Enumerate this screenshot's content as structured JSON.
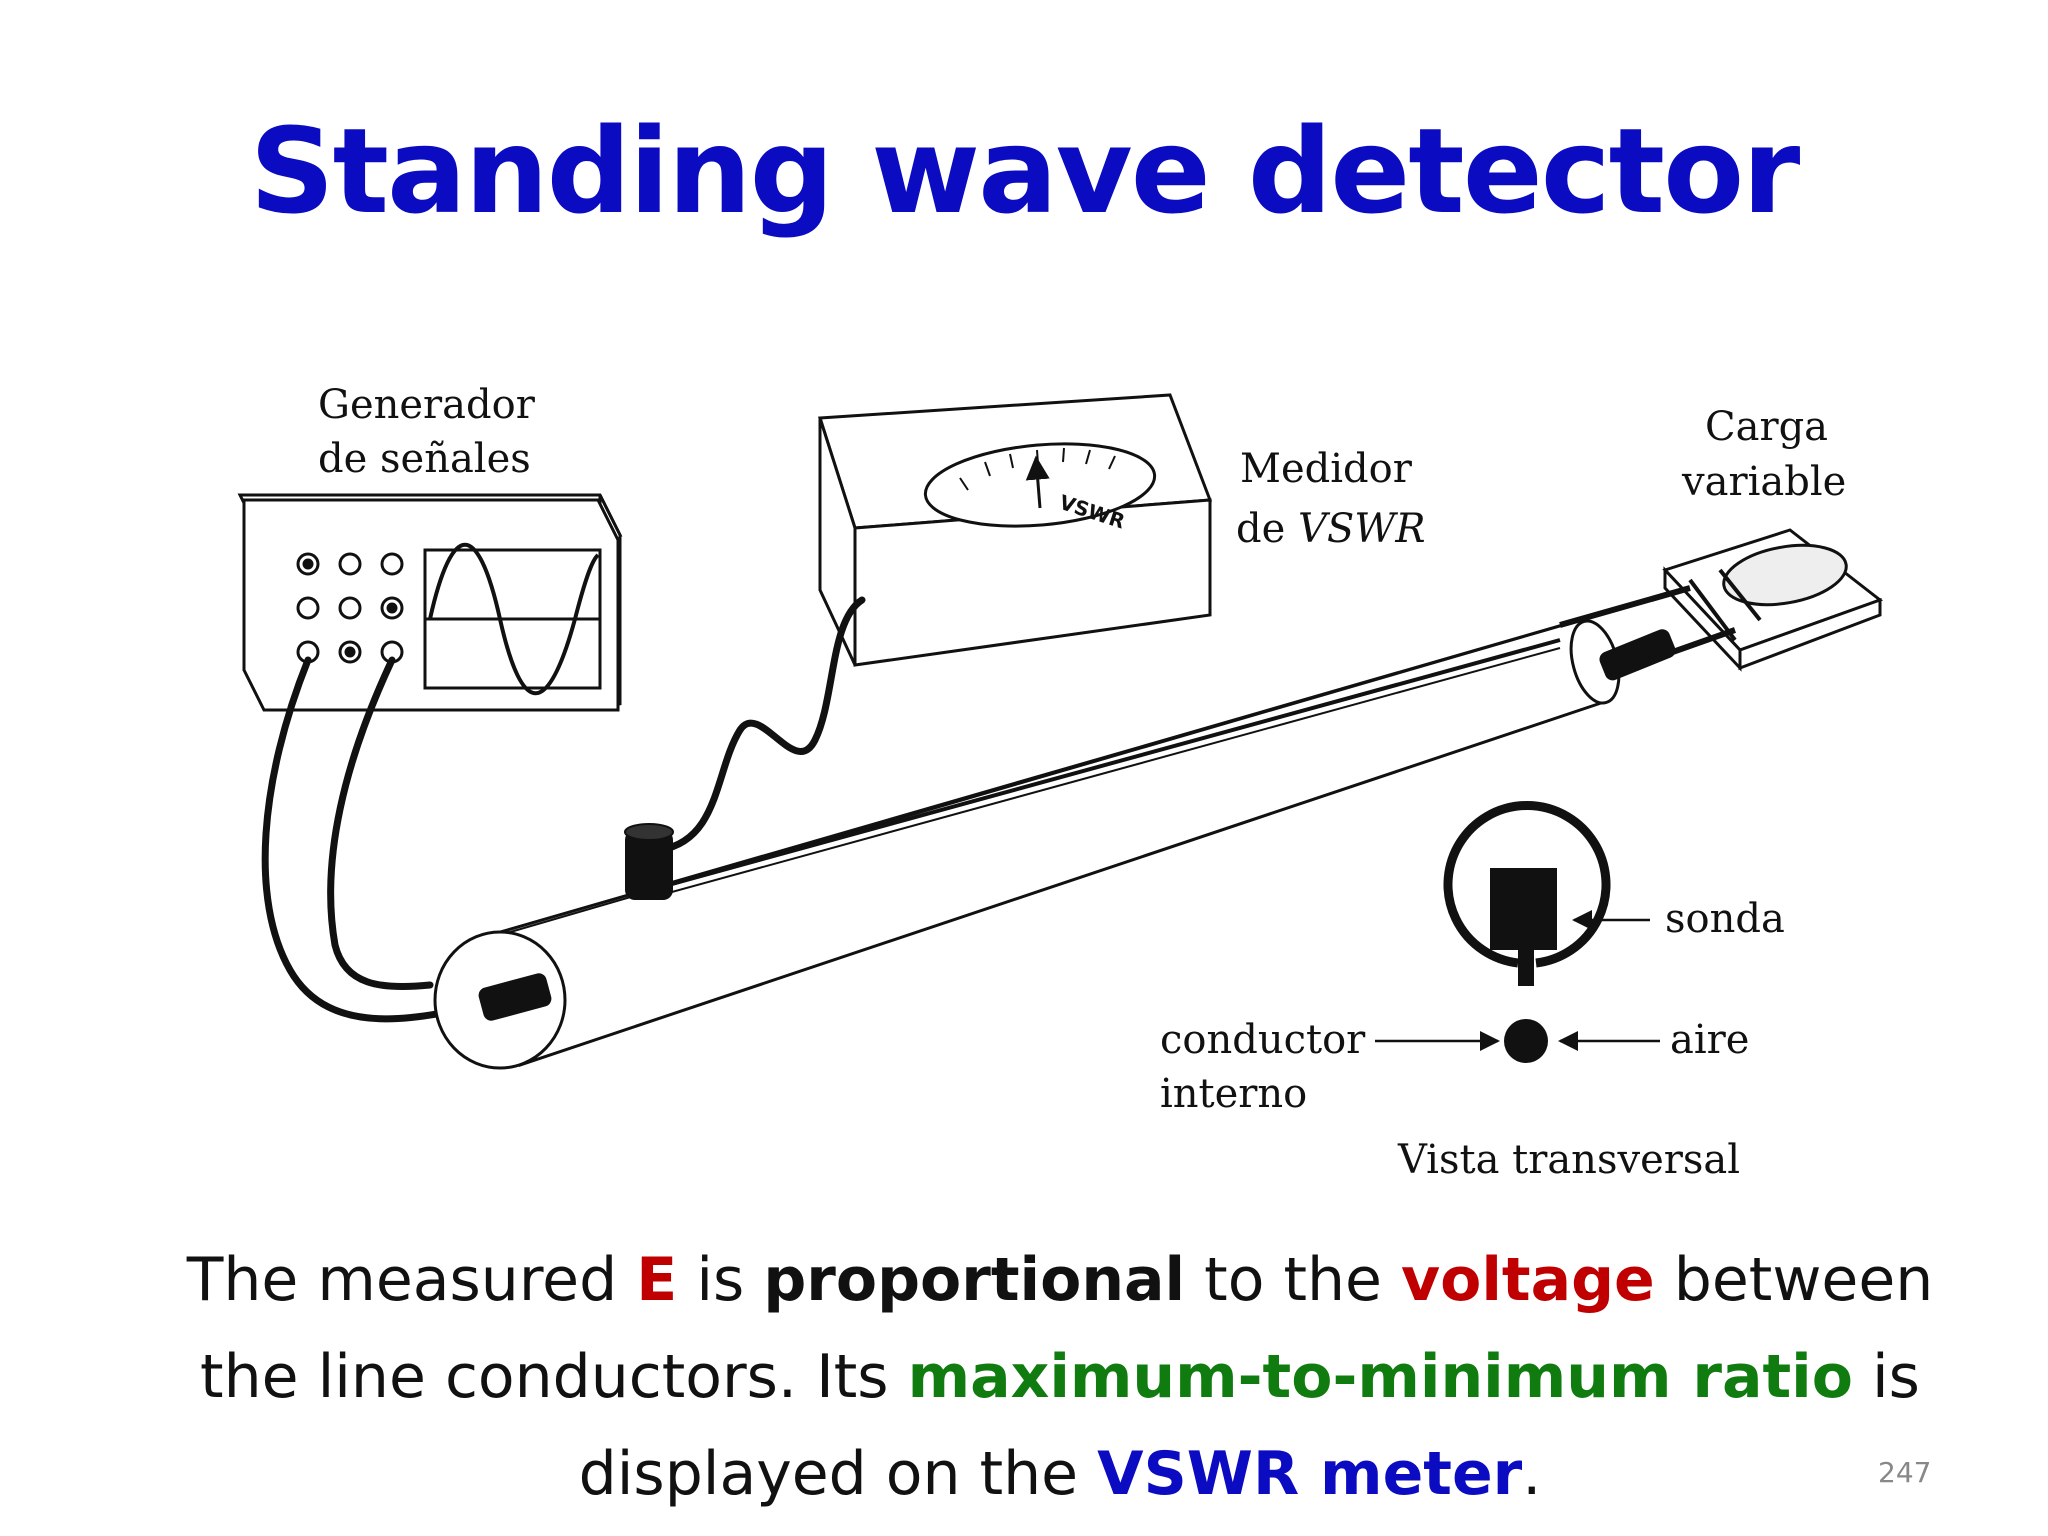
{
  "slide": {
    "title": "Standing wave detector",
    "page_number": "247"
  },
  "colors": {
    "title": "#0b0bc2",
    "red": "#c00000",
    "green": "#107c10",
    "blue": "#0b0bc2",
    "page_number": "#888888"
  },
  "diagram": {
    "labels": {
      "generator_line1": "Generador",
      "generator_line2": "de señales",
      "meter_line1": "Medidor",
      "meter_line2_prefix": "de ",
      "meter_line2_italic": "VSWR",
      "dial_text": "VSWR",
      "load_line1": "Carga",
      "load_line2": "variable",
      "probe": "sonda",
      "air": "aire",
      "inner_line1": "conductor",
      "inner_line2": "interno",
      "cross_section": "Vista transversal"
    }
  },
  "caption": {
    "line1": {
      "t1": "The measured ",
      "t2": "E",
      "t3": " is ",
      "t4": "proportional",
      "t5": " to the ",
      "t6": "voltage",
      "t7": " between"
    },
    "line2": {
      "t1": "the line conductors. Its ",
      "t2": "maximum-to-minimum ratio",
      "t3": " is"
    },
    "line3": {
      "t1": "displayed on the ",
      "t2": "VSWR meter",
      "t3": "."
    }
  }
}
